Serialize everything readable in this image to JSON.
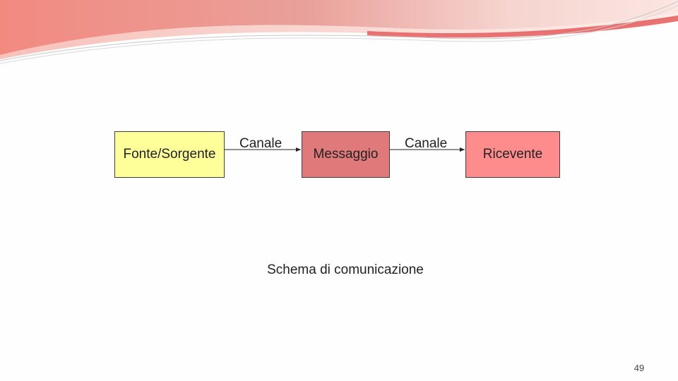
{
  "diagram": {
    "nodes": [
      {
        "id": "source",
        "label": "Fonte/Sorgente",
        "color": "#ffff99"
      },
      {
        "id": "message",
        "label": "Messaggio",
        "color": "#e07a7a"
      },
      {
        "id": "receiver",
        "label": "Ricevente",
        "color": "#ff8c8c"
      }
    ],
    "edges": [
      {
        "from": "source",
        "to": "message",
        "label": "Canale"
      },
      {
        "from": "message",
        "to": "receiver",
        "label": "Canale"
      }
    ],
    "caption": "Schema di comunicazione"
  },
  "slide": {
    "page_number": "49",
    "accent_color": "#e55a5a"
  }
}
